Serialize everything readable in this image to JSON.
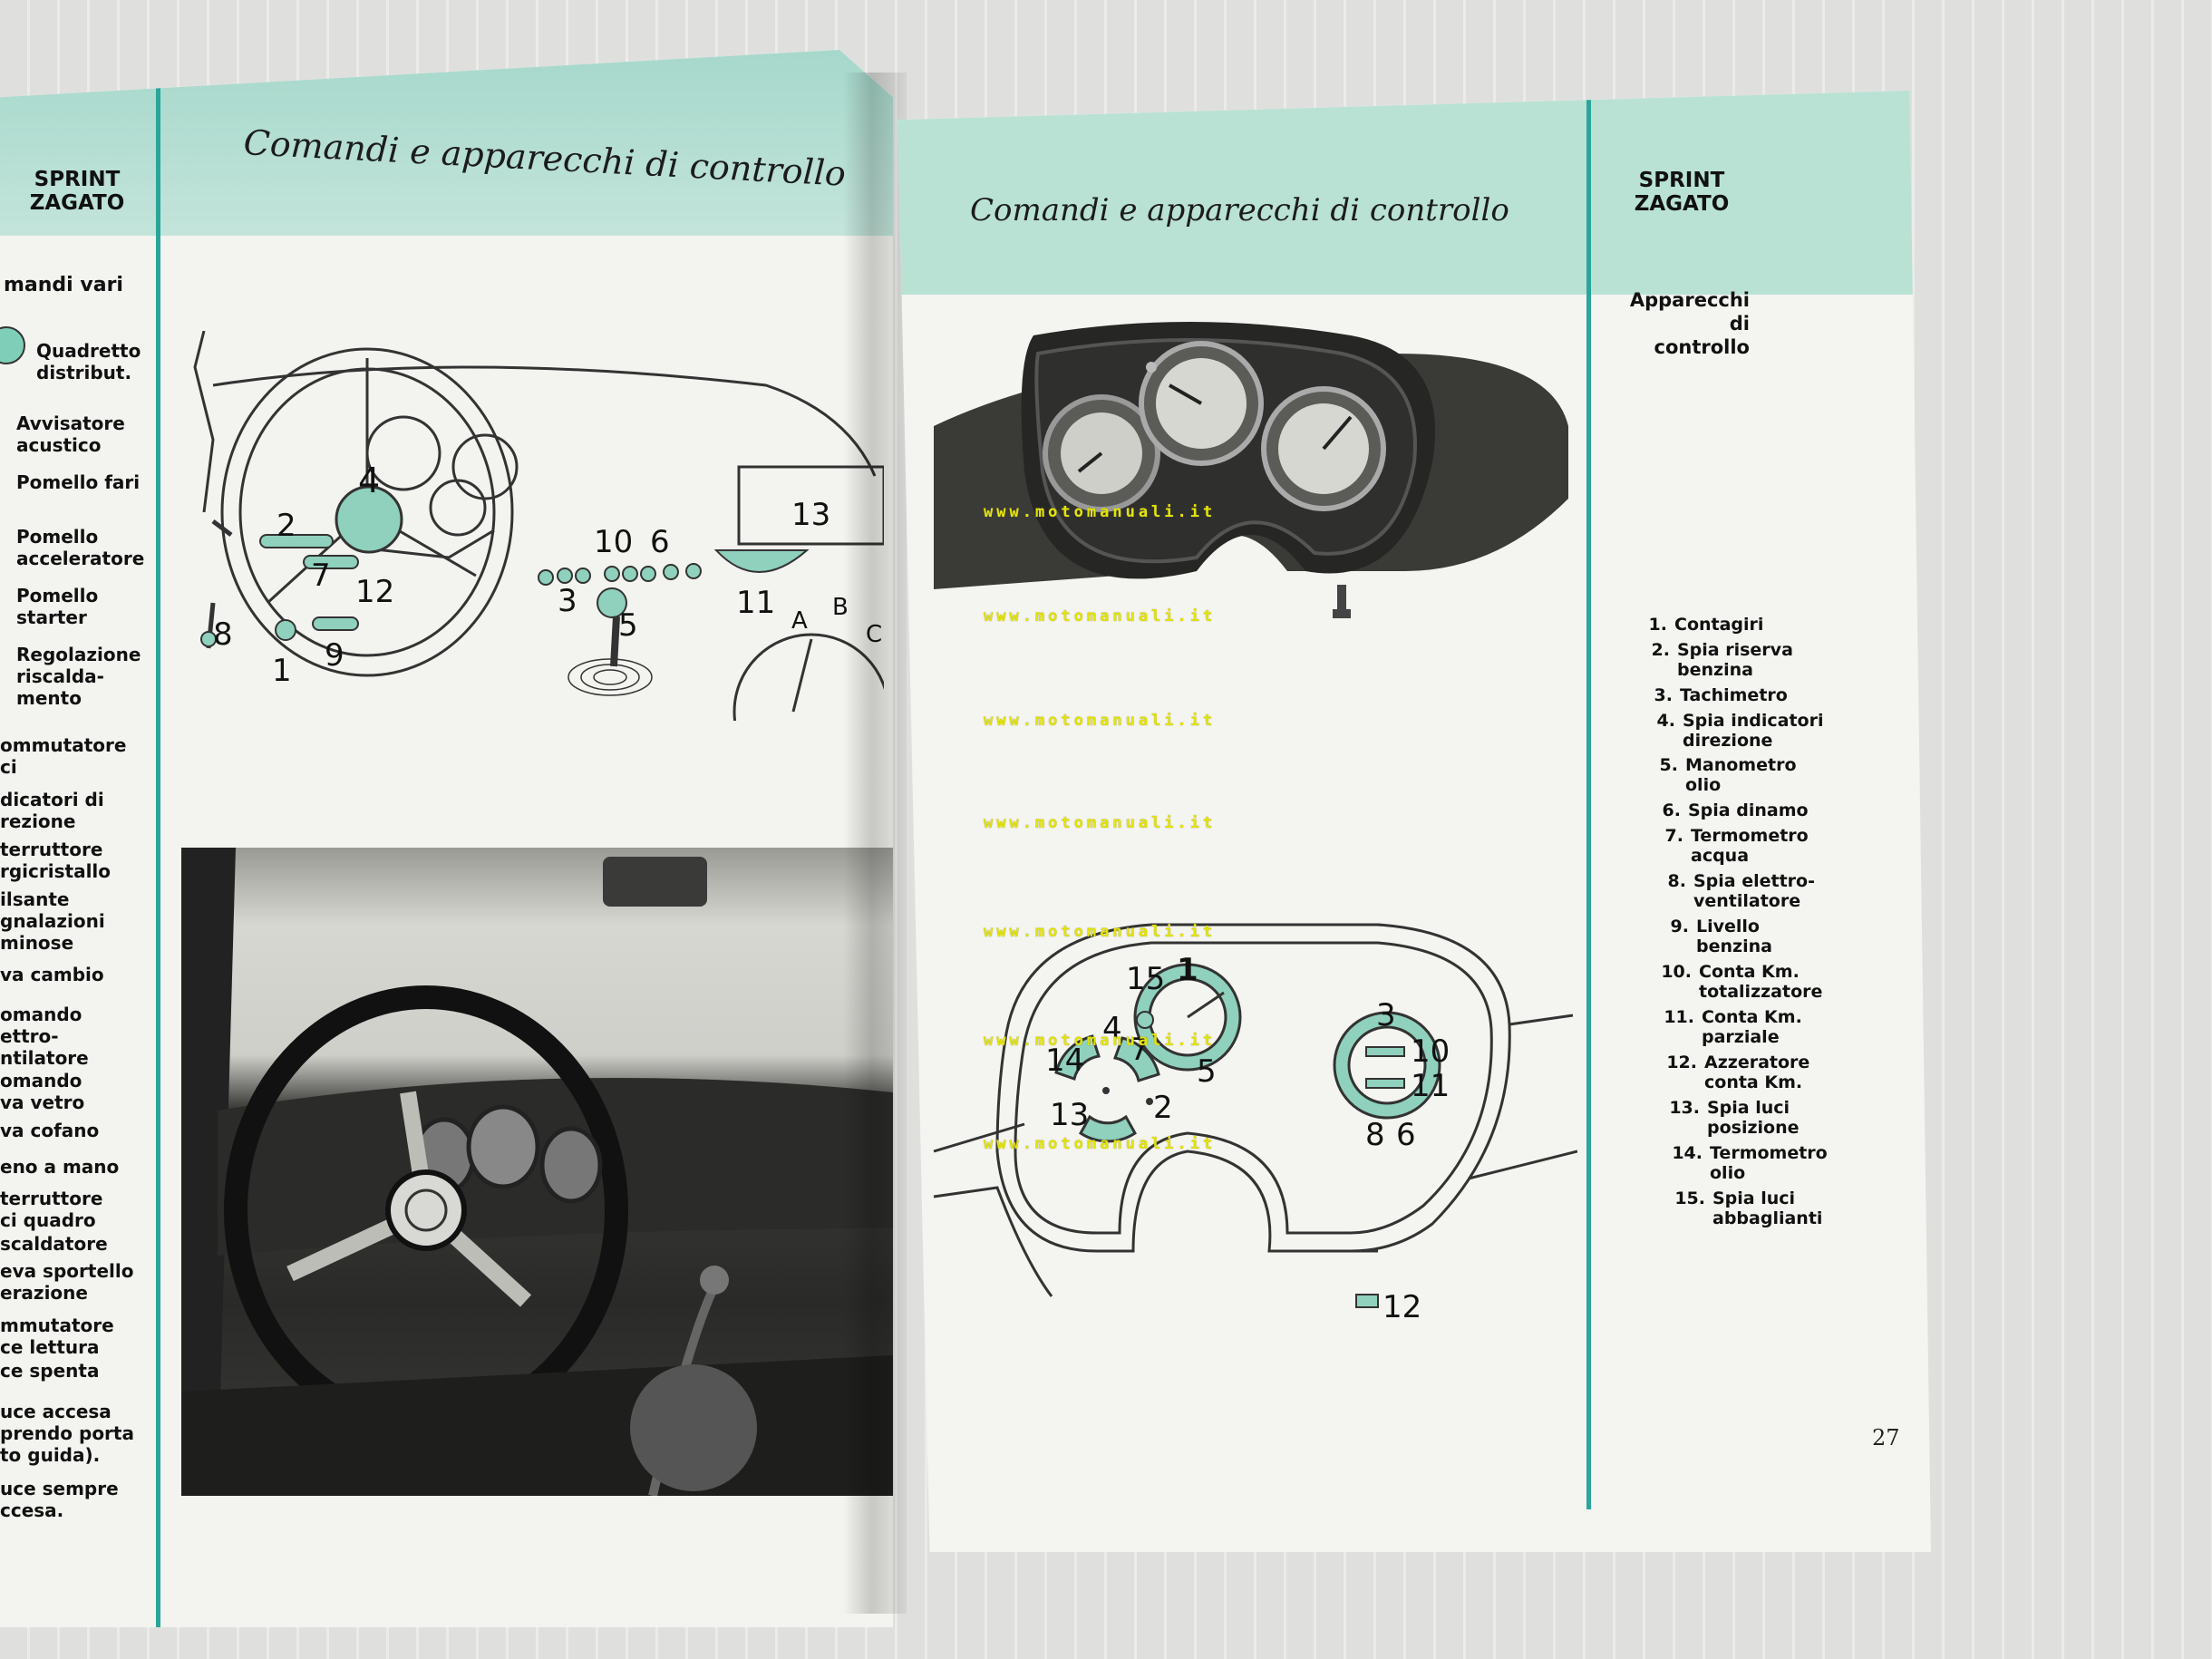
{
  "left_page": {
    "title": "Comandi e apparecchi di controllo",
    "side_tag": [
      "SPRINT",
      "ZAGATO"
    ],
    "section_heading": "mandi vari",
    "labels": [
      [
        "Quadretto",
        "distribut."
      ],
      [
        "Avvisatore",
        "acustico"
      ],
      [
        "Pomello fari"
      ],
      [
        "Pomello",
        "acceleratore"
      ],
      [
        "Pomello",
        "starter"
      ],
      [
        "Regolazione",
        "riscalda-",
        "mento"
      ],
      [
        "ommutatore",
        "ci"
      ],
      [
        "dicatori di",
        "rezione"
      ],
      [
        "terruttore",
        "rgicristallo"
      ],
      [
        "ilsante",
        "gnalazioni",
        "minose"
      ],
      [
        "va cambio"
      ],
      [
        "omando",
        "ettro-",
        "ntilatore"
      ],
      [
        "omando",
        "va vetro"
      ],
      [
        "va cofano"
      ],
      [
        "eno a mano"
      ],
      [
        "terruttore",
        "ci quadro"
      ],
      [
        "scaldatore"
      ],
      [
        "eva sportello",
        "erazione"
      ],
      [
        "mmutatore",
        "ce lettura"
      ],
      [
        "ce spenta"
      ],
      [
        "uce accesa",
        "prendo porta",
        "to guida)."
      ],
      [
        "uce sempre",
        "ccesa."
      ]
    ],
    "diagram_numbers": [
      "1",
      "2",
      "3",
      "4",
      "5",
      "6",
      "7",
      "8",
      "9",
      "10",
      "11",
      "12",
      "13"
    ],
    "diagram_letters": [
      "A",
      "B",
      "C"
    ]
  },
  "right_page": {
    "title": "Comandi e apparecchi di controllo",
    "side_tag": [
      "SPRINT",
      "ZAGATO"
    ],
    "section_heading": [
      "Apparecchi",
      "di",
      "controllo"
    ],
    "items": [
      {
        "num": "1.",
        "text": [
          "Contagiri"
        ]
      },
      {
        "num": "2.",
        "text": [
          "Spia riserva",
          "benzina"
        ]
      },
      {
        "num": "3.",
        "text": [
          "Tachimetro"
        ]
      },
      {
        "num": "4.",
        "text": [
          "Spia indicatori",
          "direzione"
        ]
      },
      {
        "num": "5.",
        "text": [
          "Manometro",
          "olio"
        ]
      },
      {
        "num": "6.",
        "text": [
          "Spia dinamo"
        ]
      },
      {
        "num": "7.",
        "text": [
          "Termometro",
          "acqua"
        ]
      },
      {
        "num": "8.",
        "text": [
          "Spia elettro-",
          "ventilatore"
        ]
      },
      {
        "num": "9.",
        "text": [
          "Livello",
          "benzina"
        ]
      },
      {
        "num": "10.",
        "text": [
          "Conta Km.",
          "totalizzatore"
        ]
      },
      {
        "num": "11.",
        "text": [
          "Conta Km.",
          "parziale"
        ]
      },
      {
        "num": "12.",
        "text": [
          "Azzeratore",
          "conta Km."
        ]
      },
      {
        "num": "13.",
        "text": [
          "Spia luci",
          "posizione"
        ]
      },
      {
        "num": "14.",
        "text": [
          "Termometro",
          "olio"
        ]
      },
      {
        "num": "15.",
        "text": [
          "Spia luci",
          "abbaglianti"
        ]
      }
    ],
    "diagram_numbers": [
      "1",
      "2",
      "3",
      "4",
      "5",
      "6",
      "7",
      "8",
      "10",
      "11",
      "12",
      "13",
      "14",
      "15"
    ],
    "page_number": "27"
  },
  "watermark": "www.motomanuali.it",
  "colors": {
    "teal_band": "#b7ddd2",
    "teal_accent": "#7fcfb8",
    "teal_line": "#2aa59a",
    "watermark": "#e4e400"
  }
}
